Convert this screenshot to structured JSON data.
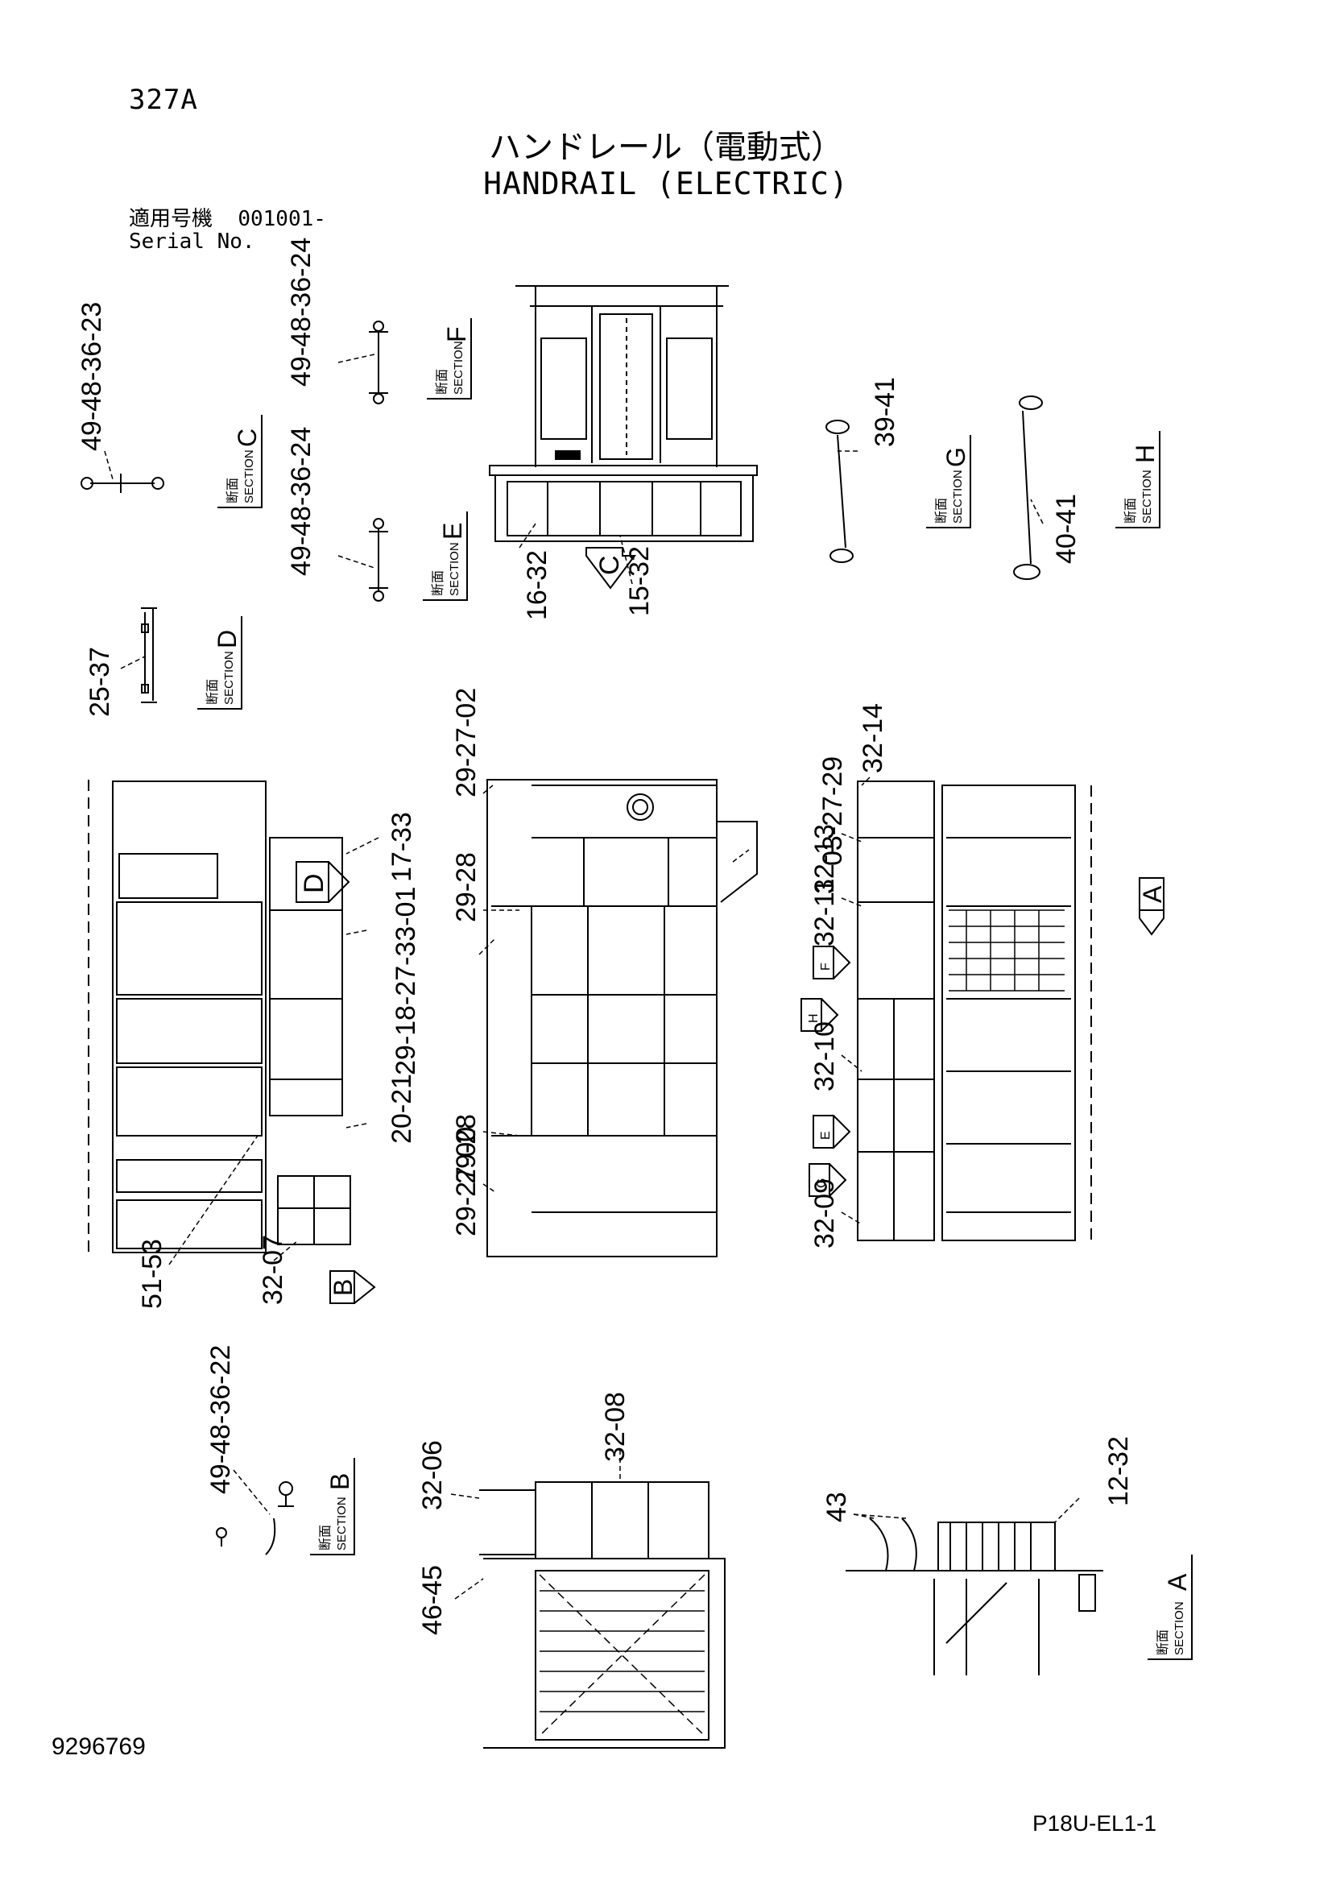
{
  "header": {
    "page_code": "327A",
    "title_jp": "ハンドレール（電動式）",
    "title_en": "HANDRAIL (ELECTRIC)",
    "serial_label_jp": "適用号機",
    "serial_value": "001001-",
    "serial_label_en": "Serial No."
  },
  "section_words": {
    "jp": "断面",
    "en": "SECTION"
  },
  "section_boxes": [
    {
      "key": "F"
    },
    {
      "key": "C"
    },
    {
      "key": "E"
    },
    {
      "key": "D"
    },
    {
      "key": "G"
    },
    {
      "key": "H"
    },
    {
      "key": "B"
    },
    {
      "key": "A"
    }
  ],
  "view_arrows": [
    "C",
    "D",
    "B",
    "A",
    "F",
    "H",
    "E",
    "G"
  ],
  "callouts": [
    "49-48-36-24",
    "49-48-36-23",
    "49-48-36-24",
    "25-37",
    "16-32",
    "15-32",
    "39-41",
    "40-41",
    "29-27-02",
    "17-33",
    "29-28",
    "29-18-27-33-01",
    "20-21",
    "29-28",
    "29-27-00",
    "51-53",
    "32-07",
    "03-27-29",
    "32-14",
    "32-13",
    "32-11",
    "32-10",
    "32-09",
    "49-48-36-22",
    "32-08",
    "32-06",
    "46-45",
    "43",
    "12-32"
  ],
  "footer": {
    "doc_number": "9296769",
    "page_ref": "P18U-EL1-1"
  }
}
